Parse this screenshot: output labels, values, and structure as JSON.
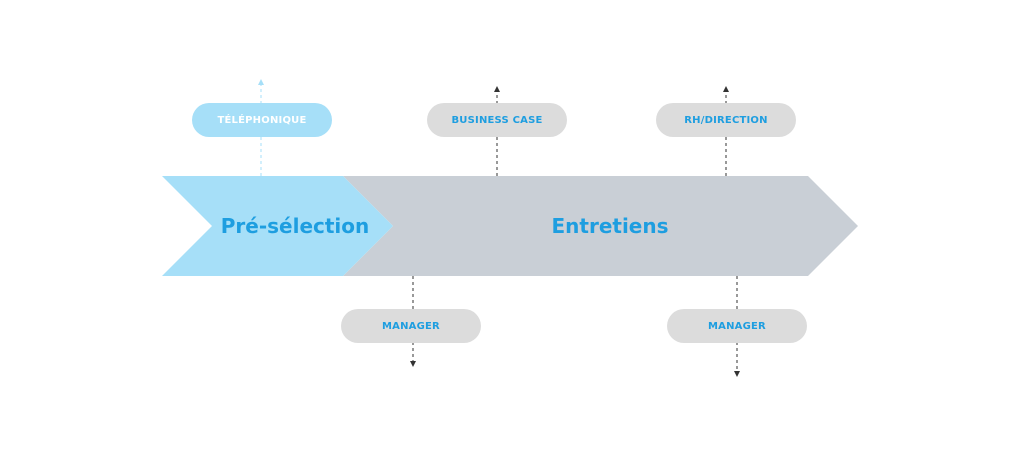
{
  "stages": [
    {
      "label": "Pré-sélection"
    },
    {
      "label": "Entretiens"
    }
  ],
  "steps_above": [
    {
      "label": "TÉLÉPHONIQUE"
    },
    {
      "label": "BUSINESS CASE"
    },
    {
      "label": "RH/DIRECTION"
    }
  ],
  "steps_below": [
    {
      "label": "MANAGER"
    },
    {
      "label": "MANAGER"
    }
  ],
  "colors": {
    "light_blue": "#a6dff8",
    "grey_arrow": "#c9cfd6",
    "pill_grey": "#dcdcdc",
    "accent_blue": "#1e9ee0"
  }
}
